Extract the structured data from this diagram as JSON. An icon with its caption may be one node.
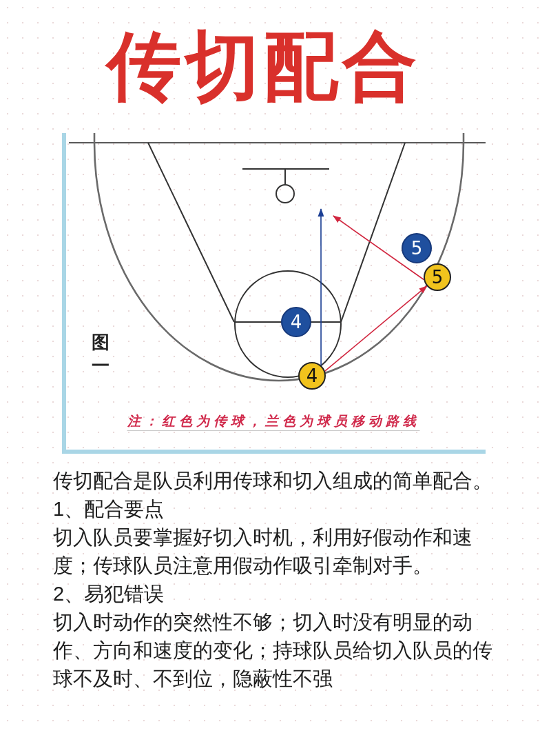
{
  "diagram": {
    "title": "传切配合",
    "nodes": [
      {
        "text": [
          "5"
        ]
      },
      {
        "text": [
          "5"
        ]
      },
      {
        "text": [
          "4"
        ]
      },
      {
        "text": [
          "4"
        ]
      }
    ],
    "edges": [
      {
        "from": 3,
        "to": 1,
        "arrow": "to",
        "color": "#d1263f"
      },
      {
        "from": 1,
        "to": null,
        "arrow": "to",
        "color": "#d1263f"
      },
      {
        "from": 3,
        "to": null,
        "arrow": "to",
        "color": "#1c3f94"
      }
    ],
    "labels": [
      "图一",
      "注：红色为传球，兰色为球员移动路线",
      "传切配合是队员利用传球和切入组成的简单配合。",
      "1、配合要点",
      "切入队员要掌握好切入时机，利用好假动作和速度；传球队员注意用假动作吸引牵制对手。",
      "2、易犯错误",
      "切入时动作的突然性不够；切入时没有明显的动作、方向和速度的变化；持球队员给切入队员的传球不及时、不到位，隐蔽性不强"
    ]
  }
}
